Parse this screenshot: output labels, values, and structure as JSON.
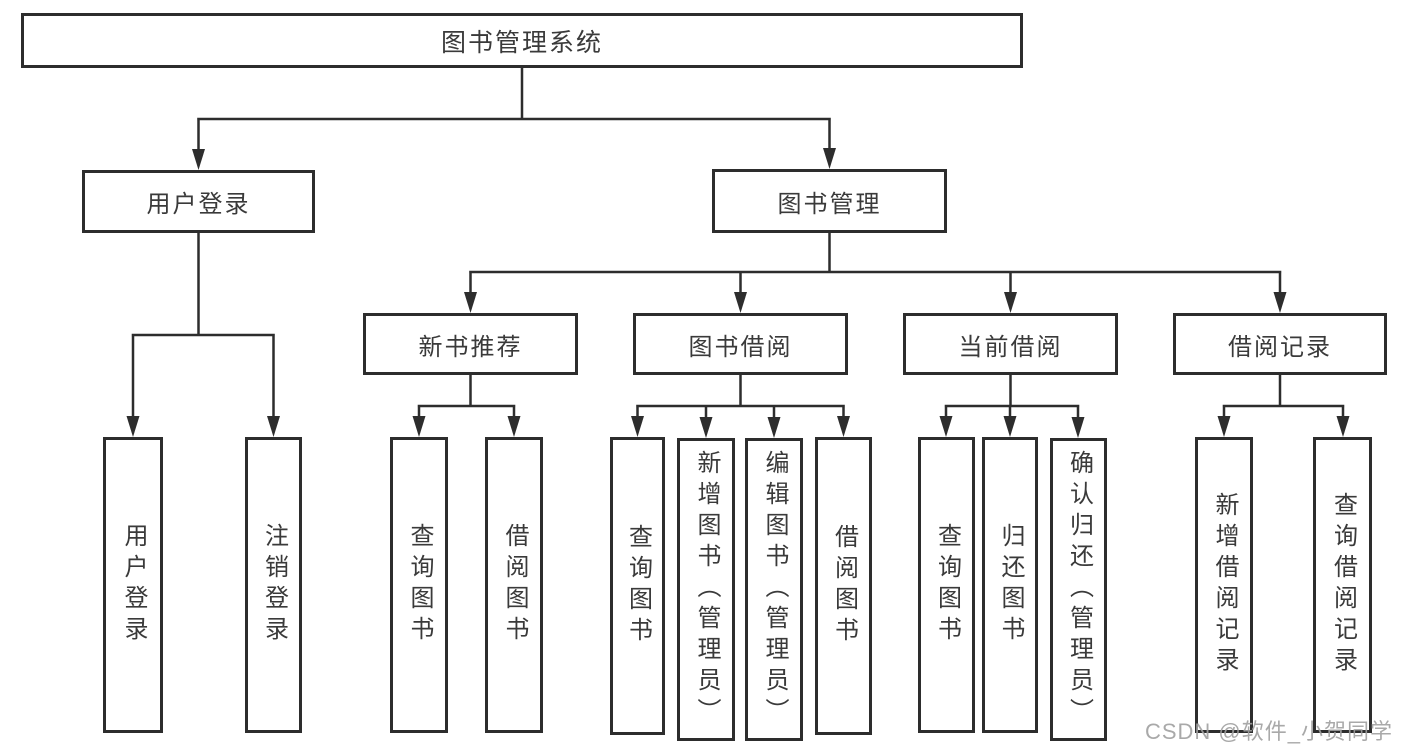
{
  "diagram": {
    "title": "图书管理系统",
    "level2": {
      "user_login": "用户登录",
      "book_management": "图书管理"
    },
    "level3": {
      "new_book_recommend": "新书推荐",
      "book_borrow": "图书借阅",
      "current_borrow": "当前借阅",
      "borrow_records": "借阅记录"
    },
    "leaves": {
      "user_login": "用户登录",
      "logout": "注销登录",
      "recommend_query_books": "查询图书",
      "recommend_borrow_books": "借阅图书",
      "borrow_query_books": "查询图书",
      "borrow_add_books_admin": "新增图书（管理员）",
      "borrow_edit_books_admin": "编辑图书（管理员）",
      "borrow_borrow_books": "借阅图书",
      "current_query_books": "查询图书",
      "current_return_books": "归还图书",
      "current_confirm_return_admin": "确认归还（管理员）",
      "records_add_record": "新增借阅记录",
      "records_query_record": "查询借阅记录"
    },
    "colors": {
      "line": "#2d2d2d",
      "box_border": "#2d2d2d",
      "text": "#3a3a3a",
      "background": "#ffffff",
      "watermark": "#a0a0a0"
    }
  },
  "watermark": {
    "text": "CSDN @软件_小贺同学"
  }
}
